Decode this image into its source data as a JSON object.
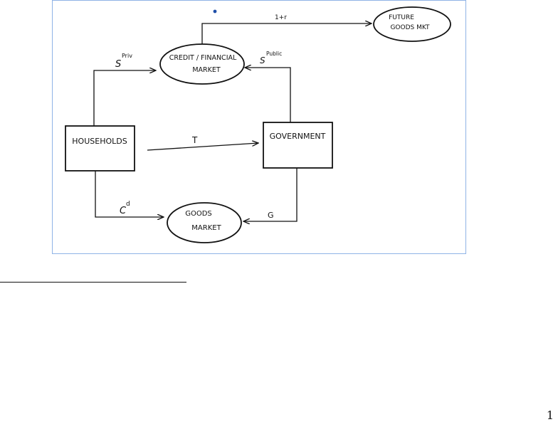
{
  "diagram": {
    "nodes": {
      "households": "HOUSEHOLDS",
      "government": "GOVERNMENT",
      "credit_market_line1": "CREDIT / FINANCIAL",
      "credit_market_line2": "MARKET",
      "goods_market_line1": "GOODS",
      "goods_market_line2": "MARKET",
      "future_goods_line1": "FUTURE",
      "future_goods_line2": "GOODS MKT"
    },
    "edges": {
      "s_priv_symbol": "S",
      "s_priv_superscript": "Priv",
      "s_public_symbol": "S",
      "s_public_superscript": "Public",
      "taxes": "T",
      "consumption_symbol": "C",
      "consumption_superscript": "d",
      "government_spending": "G",
      "one_plus_r": "1+r"
    },
    "colors": {
      "frame_border": "#8fb3e6",
      "ink": "#111111",
      "dot": "#1f4fa8"
    }
  },
  "page": {
    "page_number": "1"
  }
}
